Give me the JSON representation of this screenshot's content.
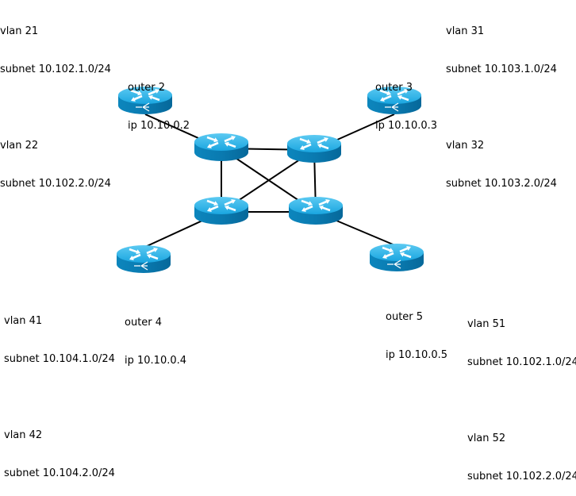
{
  "diagram": {
    "title": "",
    "colors": {
      "router_top": "#35b4e6",
      "router_top_light": "#5ccaf2",
      "router_side": "#0a7ab0",
      "router_side_dark": "#06689a",
      "glyph": "#ffffff",
      "link": "#000000"
    },
    "routers": [
      {
        "id": "router-2",
        "name": "outer 2",
        "ip": "ip 10.10.0.2",
        "icon": "router-icon",
        "has_port_glyph": true
      },
      {
        "id": "router-3",
        "name": "outer 3",
        "ip": "ip 10.10.0.3",
        "icon": "router-icon",
        "has_port_glyph": true
      },
      {
        "id": "router-4",
        "name": "outer 4",
        "ip": "ip 10.10.0.4",
        "icon": "router-icon",
        "has_port_glyph": true
      },
      {
        "id": "router-5",
        "name": "outer 5",
        "ip": "ip 10.10.0.5",
        "icon": "router-icon",
        "has_port_glyph": true
      },
      {
        "id": "core-tl",
        "name": "",
        "ip": "",
        "icon": "router-icon",
        "has_port_glyph": false
      },
      {
        "id": "core-tr",
        "name": "",
        "ip": "",
        "icon": "router-icon",
        "has_port_glyph": false
      },
      {
        "id": "core-bl",
        "name": "",
        "ip": "",
        "icon": "router-icon",
        "has_port_glyph": false
      },
      {
        "id": "core-br",
        "name": "",
        "ip": "",
        "icon": "router-icon",
        "has_port_glyph": false
      }
    ],
    "links": [
      [
        "router-2",
        "core-tl"
      ],
      [
        "router-3",
        "core-tr"
      ],
      [
        "router-4",
        "core-bl"
      ],
      [
        "router-5",
        "core-br"
      ],
      [
        "core-tl",
        "core-tr"
      ],
      [
        "core-bl",
        "core-br"
      ],
      [
        "core-tl",
        "core-bl"
      ],
      [
        "core-tr",
        "core-br"
      ],
      [
        "core-tl",
        "core-br"
      ],
      [
        "core-tr",
        "core-bl"
      ]
    ],
    "vlan_groups": {
      "r2": [
        {
          "vlan": "vlan 21",
          "subnet": "subnet 10.102.1.0/24"
        },
        {
          "vlan": "vlan 22",
          "subnet": "subnet 10.102.2.0/24"
        }
      ],
      "r3": [
        {
          "vlan": "vlan 31",
          "subnet": "subnet 10.103.1.0/24"
        },
        {
          "vlan": "vlan 32",
          "subnet": "subnet 10.103.2.0/24"
        }
      ],
      "r4": [
        {
          "vlan": "vlan 41",
          "subnet": "subnet 10.104.1.0/24"
        },
        {
          "vlan": "vlan 42",
          "subnet": "subnet 10.104.2.0/24"
        }
      ],
      "r5": [
        {
          "vlan": "vlan 51",
          "subnet": "subnet 10.102.1.0/24"
        },
        {
          "vlan": "vlan 52",
          "subnet": "subnet 10.102.2.0/24"
        }
      ]
    }
  }
}
